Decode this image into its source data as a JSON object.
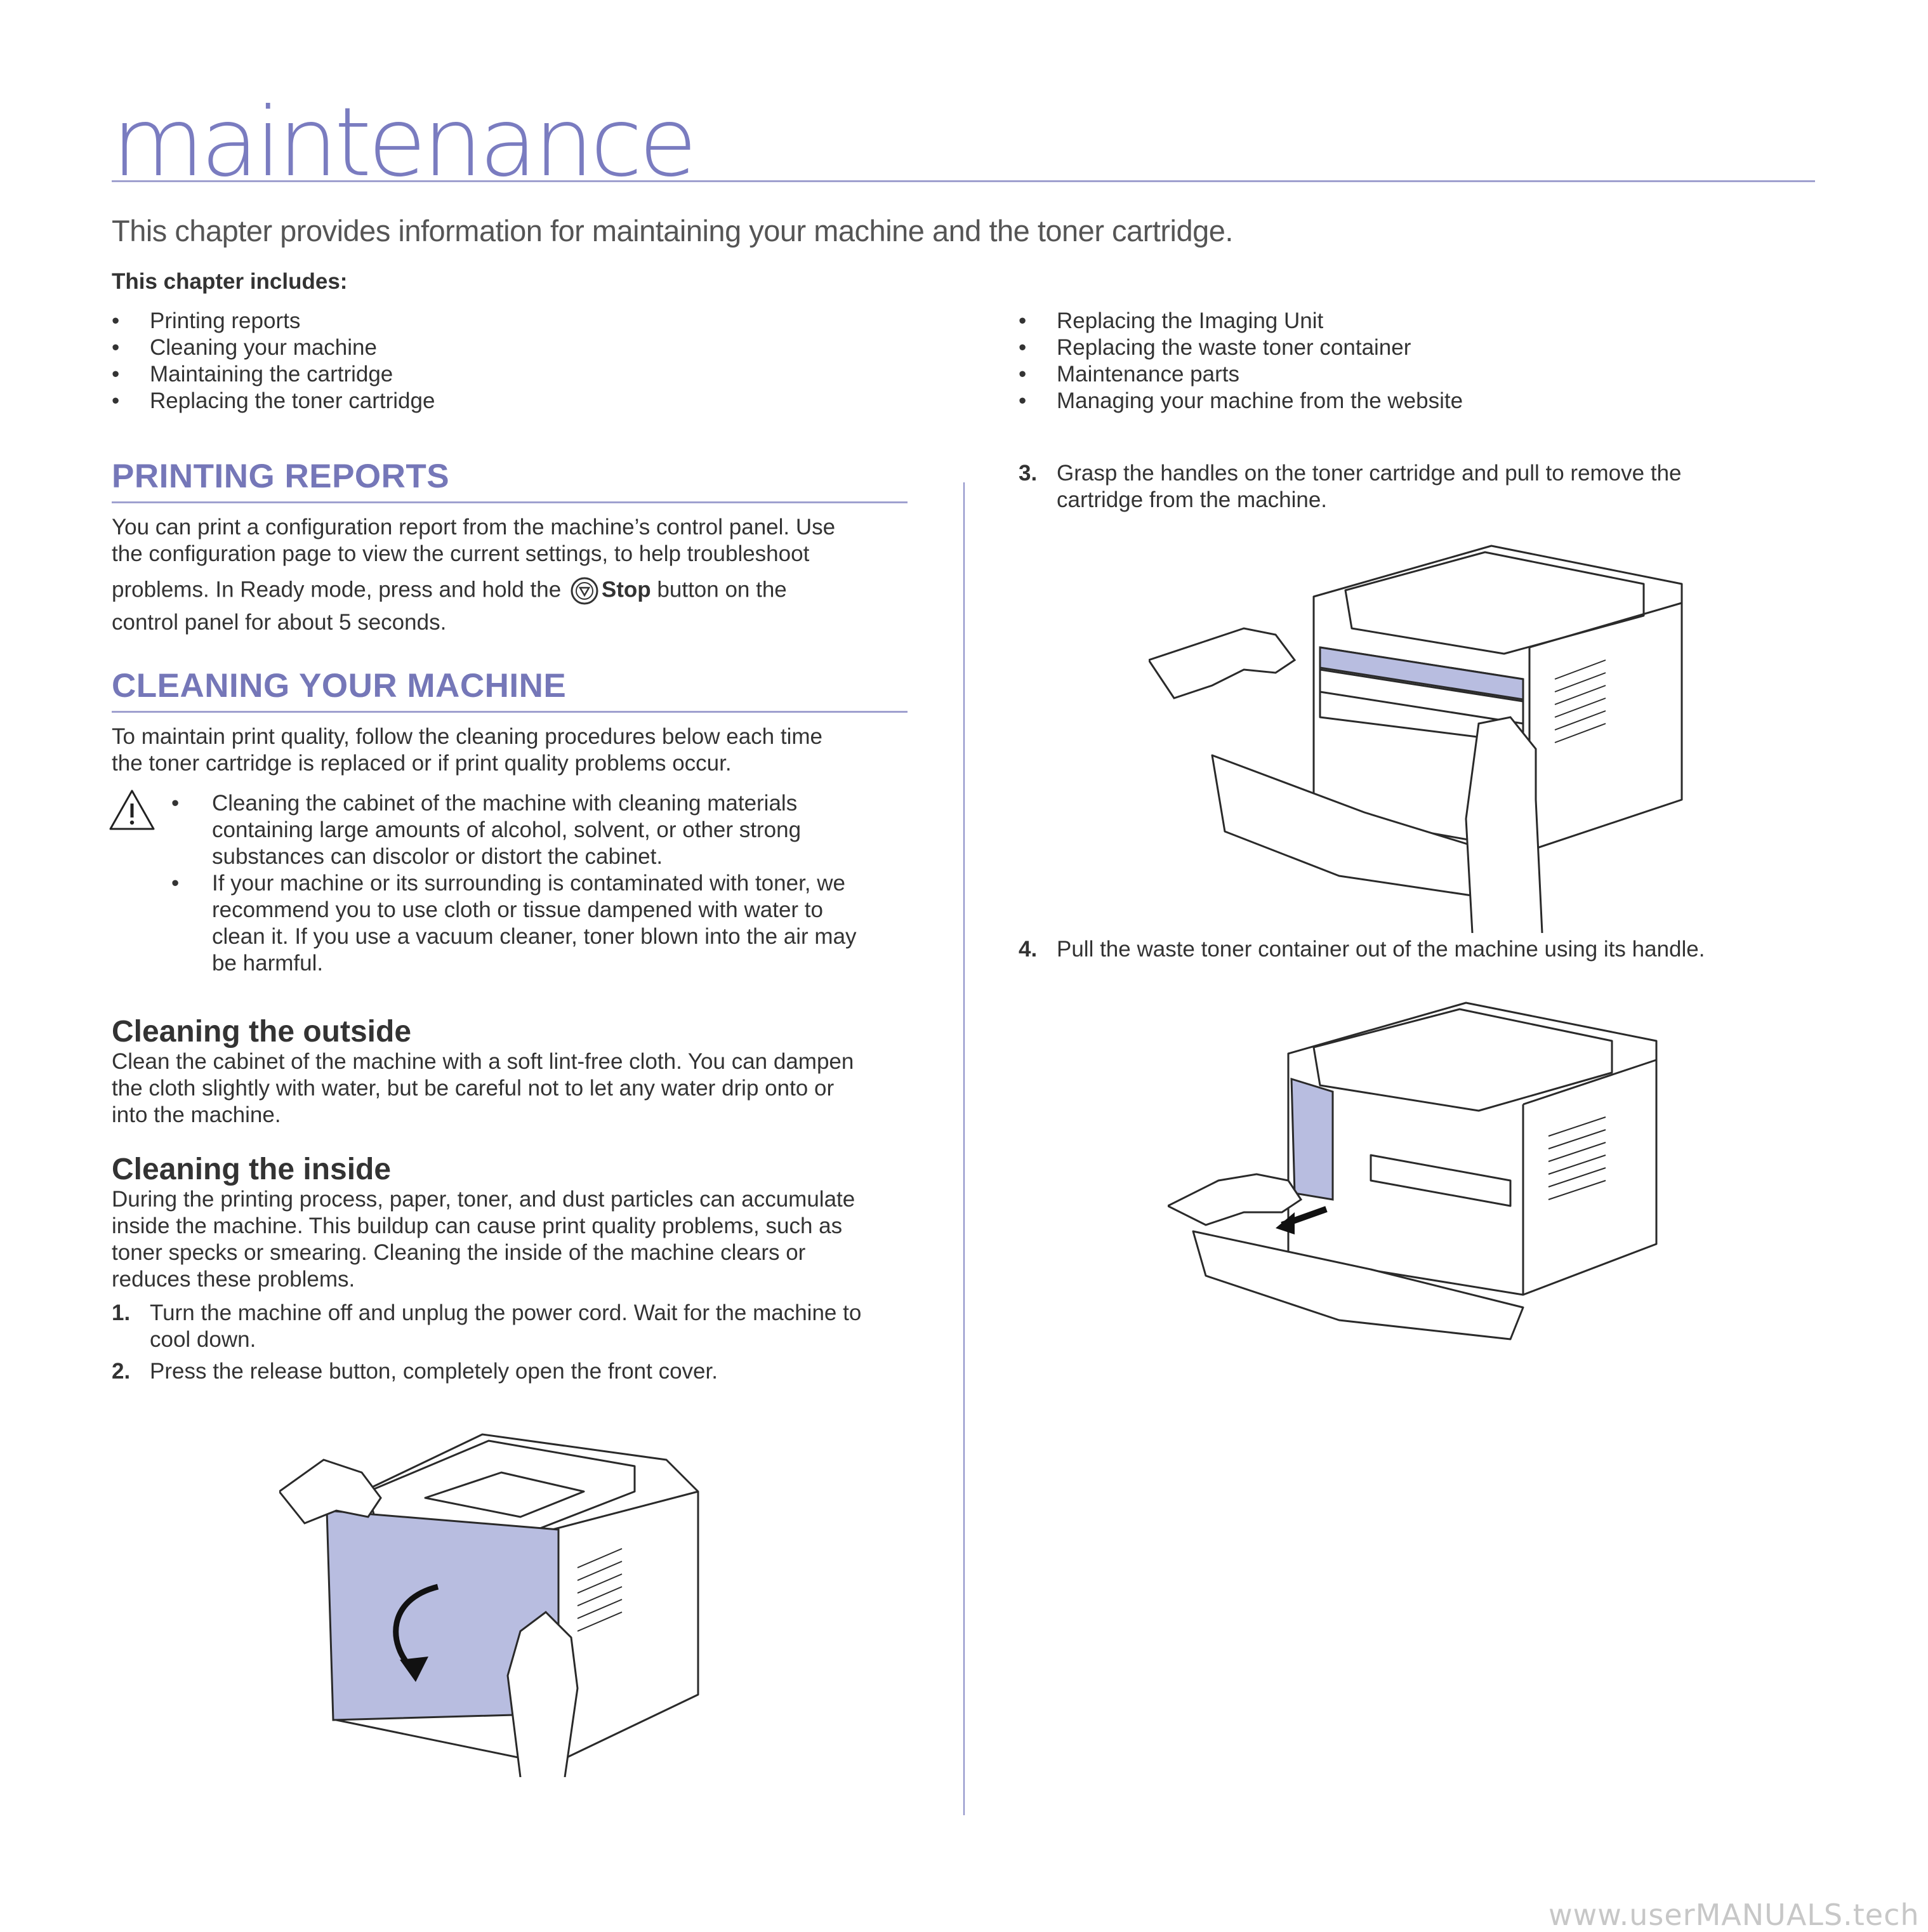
{
  "chapter": {
    "title": "maintenance",
    "intro": "This chapter provides information for maintaining your machine and the toner cartridge.",
    "includes_label": "This chapter includes:",
    "toc_left": [
      "Printing reports",
      "Cleaning your machine",
      "Maintaining the cartridge",
      "Replacing the toner cartridge"
    ],
    "toc_right": [
      "Replacing the Imaging Unit",
      "Replacing the waste toner container",
      "Maintenance parts",
      "Managing your machine from the website"
    ]
  },
  "printing_reports": {
    "heading": "PRINTING REPORTS",
    "line1": "You can print a configuration report from the machine’s control panel. Use",
    "line2": "the configuration page to view the current settings, to help troubleshoot",
    "line3_before": "problems. In Ready mode, press and hold the",
    "stop_label": "Stop",
    "line3_after": "button on the",
    "line4": "control panel for about 5 seconds."
  },
  "cleaning_machine": {
    "heading": "CLEANING YOUR MACHINE",
    "intro_line1": "To maintain print quality, follow the cleaning procedures below each time",
    "intro_line2": "the toner cartridge is replaced or if print quality problems occur.",
    "cautions": [
      [
        "Cleaning the cabinet of the machine with cleaning materials",
        "containing large amounts of alcohol, solvent, or other strong",
        "substances can discolor or distort the cabinet."
      ],
      [
        "If your machine or its surrounding is contaminated with toner, we",
        "recommend you to use cloth or tissue dampened with water to",
        "clean it. If you use a vacuum cleaner, toner blown into the air may",
        "be harmful."
      ]
    ]
  },
  "cleaning_outside": {
    "heading": "Cleaning the outside",
    "lines": [
      "Clean the cabinet of the machine with a soft lint-free cloth. You can dampen",
      "the cloth slightly with water, but be careful not to let any water drip onto or",
      "into the machine."
    ]
  },
  "cleaning_inside": {
    "heading": "Cleaning the inside",
    "lines": [
      "During the printing process, paper, toner, and dust particles can accumulate",
      "inside the machine. This buildup can cause print quality problems, such as",
      "toner specks or smearing. Cleaning the inside of the machine clears or",
      "reduces these problems."
    ],
    "steps": [
      {
        "num": "1.",
        "lines": [
          "Turn the machine off and unplug the power cord. Wait for the machine to",
          "cool down."
        ]
      },
      {
        "num": "2.",
        "lines": [
          "Press the release button, completely open the front cover."
        ]
      }
    ]
  },
  "right_steps": [
    {
      "num": "3.",
      "lines": [
        "Grasp the handles on the toner cartridge and pull to remove the",
        "cartridge from the machine."
      ]
    },
    {
      "num": "4.",
      "lines": [
        "Pull the waste toner container out of the machine using its handle."
      ]
    }
  ],
  "bullet": "•",
  "watermark": "www.userMANUALS.tech",
  "colors": {
    "accent": "#7577b8",
    "highlight": "#b8bde0",
    "line": "#2a2a2a"
  }
}
